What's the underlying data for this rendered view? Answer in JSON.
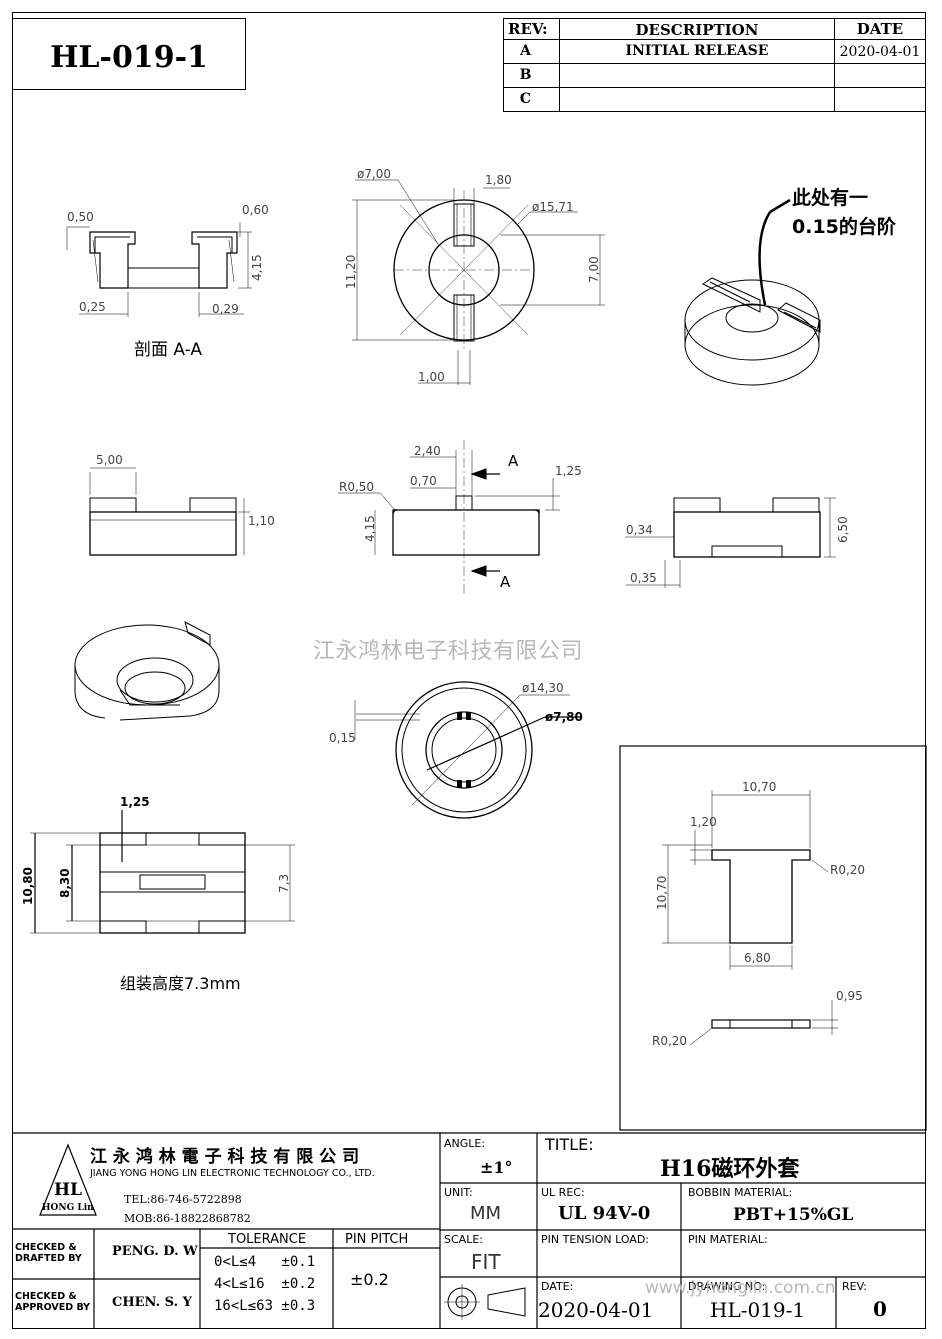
{
  "part_number": "HL-019-1",
  "revision_table": {
    "headers": {
      "rev": "REV:",
      "description": "DESCRIPTION",
      "date": "DATE"
    },
    "rows": [
      {
        "rev": "A",
        "description": "INITIAL  RELEASE",
        "date": "2020-04-01"
      },
      {
        "rev": "B",
        "description": "",
        "date": ""
      },
      {
        "rev": "C",
        "description": "",
        "date": ""
      }
    ]
  },
  "views": {
    "section_label": "剖面 A-A",
    "note_line1": "此处有一",
    "note_line2": "0.15的台阶",
    "assembly_height": "组装高度7.3mm",
    "watermark": "江永鸿林电子科技有限公司",
    "dims": {
      "d050": "0,50",
      "d060": "0,60",
      "d415a": "4,15",
      "d025": "0,25",
      "d029": "0,29",
      "phi700": "ø7,00",
      "d180": "1,80",
      "phi1571": "ø15,71",
      "d1120": "11,20",
      "d700": "7,00",
      "d100": "1,00",
      "d500": "5,00",
      "d110": "1,10",
      "d240": "2,40",
      "d070": "0,70",
      "r050": "R0,50",
      "d125a": "1,25",
      "d415b": "4,15",
      "a1": "A",
      "a2": "A",
      "d034": "0,34",
      "d650": "6,50",
      "d035": "0,35",
      "phi1430": "ø14,30",
      "phi780": "ø7,80",
      "d015": "0,15",
      "d125b": "1,25",
      "d1080a": "10,80",
      "d830": "8,30",
      "d73": "7,3",
      "d1070a": "10,70",
      "d120": "1,20",
      "d1070b": "10,70",
      "r020a": "R0,20",
      "d680": "6,80",
      "d095": "0,95",
      "r020b": "R0,20"
    }
  },
  "title_block": {
    "company_cn": "江 永 鸿 林 電 子 科 技 有 限 公 司",
    "company_en": "JIANG YONG HONG LIN ELECTRONIC TECHNOLOGY CO., LTD.",
    "logo_text": "HL",
    "logo_sub": "HONG Lin",
    "tel": "TEL:86-746-5722898",
    "mob": "MOB:86-18822868782",
    "angle_label": "ANGLE:",
    "angle_value": "±1°",
    "title_label": "TITLE:",
    "title_value": "H16磁环外套",
    "unit_label": "UNIT:",
    "unit_value": "MM",
    "ul_label": "UL REC:",
    "ul_value": "UL 94V-0",
    "bobbin_label": "BOBBIN MATERIAL:",
    "bobbin_value": "PBT+15%GL",
    "checked_drafted_label": "CHECKED & DRAFTED BY",
    "checked_drafted_value": "PENG. D. W",
    "checked_approved_label": "CHECKED & APPROVED BY",
    "checked_approved_value": "CHEN. S. Y",
    "tolerance_label": "TOLERANCE",
    "tolerance_rows": [
      "0<L≤4   ±0.1",
      "4<L≤16  ±0.2",
      "16<L≤63 ±0.3"
    ],
    "pin_pitch_label": "PIN PITCH",
    "pin_pitch_value": "±0.2",
    "scale_label": "SCALE:",
    "scale_value": "FIT",
    "pin_tension_label": "PIN TENSION LOAD:",
    "pin_material_label": "PIN MATERIAL:",
    "date_label": "DATE:",
    "date_value": "2020-04-01",
    "drawing_no_label": "DRAWING NO:",
    "drawing_no_value": "HL-019-1",
    "rev_label": "REV:",
    "rev_value": "0",
    "website_watermark": "www.jyhonglin.com.cn"
  }
}
